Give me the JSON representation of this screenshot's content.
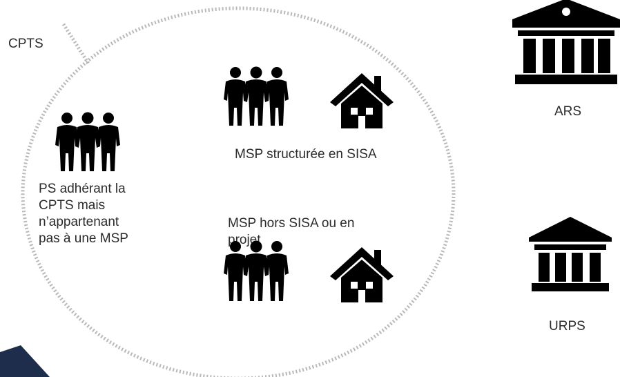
{
  "colors": {
    "icon": "#000000",
    "text": "#2b2b2b",
    "dotted_border": "#b8b8b8",
    "corner_accent": "#1f2d4d"
  },
  "labels": {
    "cpts": "CPTS",
    "ps_non_msp": [
      "PS adhérant la",
      "CPTS mais",
      "n’appartenant",
      "pas à une MSP"
    ],
    "msp_sisa": "MSP structurée en SISA",
    "msp_hors_sisa": [
      "MSP hors SISA ou en",
      "projet"
    ],
    "ars": "ARS",
    "urps": "URPS"
  },
  "icons": {
    "group_people": "people-group-icon",
    "house": "house-icon",
    "institution": "institution-building-icon"
  }
}
